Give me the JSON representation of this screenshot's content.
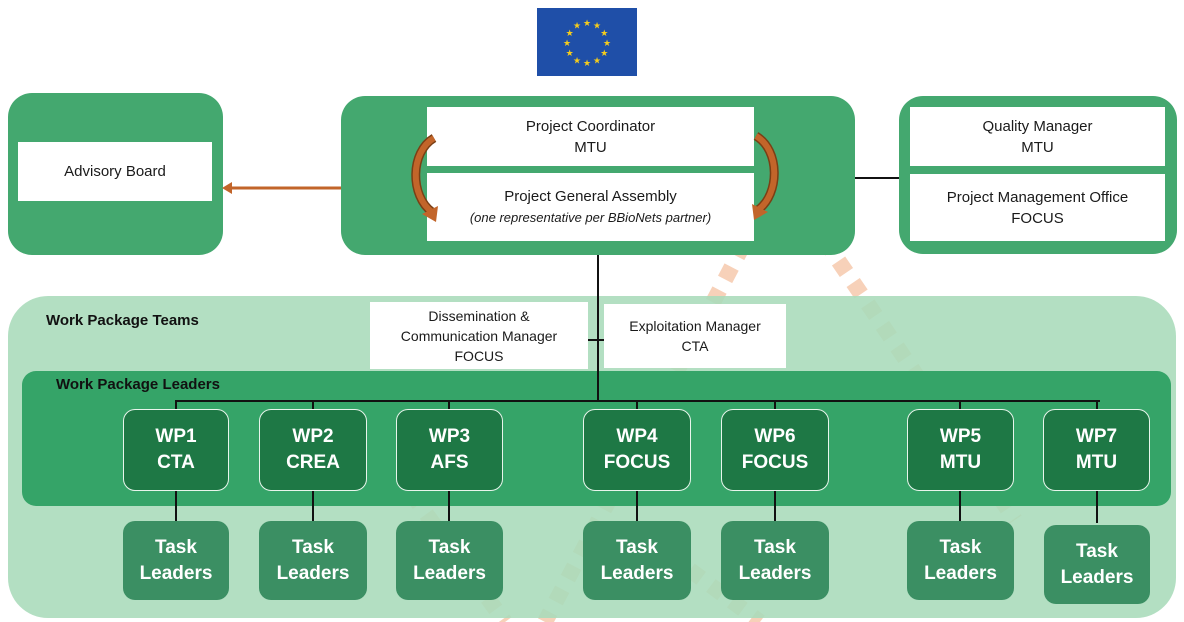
{
  "colors": {
    "green_dark": "#1e7845",
    "green_mid": "#44a86f",
    "green_light": "#a9dbb9",
    "task_green": "#3b8f63",
    "watermark": "#f4c7a8",
    "arrow_brown": "#c2652a",
    "eu_blue": "#1f4fa8",
    "eu_star": "#f5cc1c"
  },
  "flag": {
    "icon": "eu-flag-icon"
  },
  "advisory_board": {
    "label": "Advisory Board"
  },
  "coordination": {
    "coordinator_title": "Project Coordinator",
    "coordinator_org": "MTU",
    "assembly_title": "Project General Assembly",
    "assembly_note": "(one representative per BBioNets partner)"
  },
  "quality": {
    "manager_title": "Quality Manager",
    "manager_org": "MTU",
    "pmo_title": "Project Management Office",
    "pmo_org": "FOCUS"
  },
  "wp_teams": {
    "label": "Work Package Teams"
  },
  "wp_leaders": {
    "label": "Work Package Leaders"
  },
  "managers": {
    "dissemination_line1": "Dissemination &",
    "dissemination_line2": "Communication Manager",
    "dissemination_org": "FOCUS",
    "exploitation_title": "Exploitation Manager",
    "exploitation_org": "CTA"
  },
  "work_packages": [
    {
      "id": "WP1",
      "org": "CTA"
    },
    {
      "id": "WP2",
      "org": "CREA"
    },
    {
      "id": "WP3",
      "org": "AFS"
    },
    {
      "id": "WP4",
      "org": "FOCUS"
    },
    {
      "id": "WP6",
      "org": "FOCUS"
    },
    {
      "id": "WP5",
      "org": "MTU"
    },
    {
      "id": "WP7",
      "org": "MTU"
    }
  ],
  "task_leader": {
    "line1": "Task",
    "line2": "Leaders"
  }
}
